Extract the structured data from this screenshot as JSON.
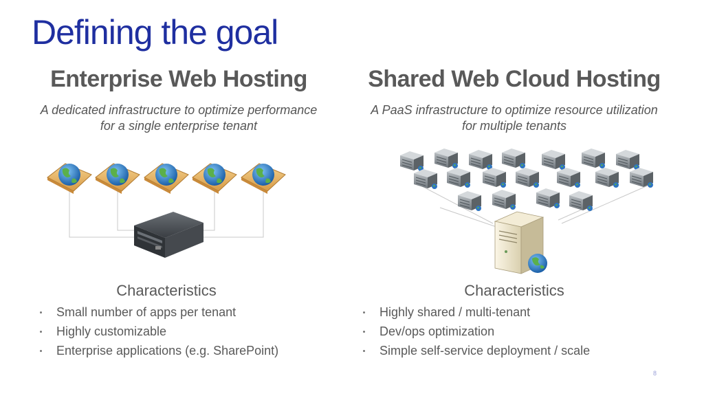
{
  "slide": {
    "title": "Defining the goal",
    "page_number": "8"
  },
  "left": {
    "heading": "Enterprise Web Hosting",
    "subtitle_line1": "A dedicated infrastructure to optimize performance",
    "subtitle_line2": "for a single enterprise tenant",
    "characteristics_title": "Characteristics",
    "characteristics": [
      "Small number of apps per tenant",
      "Highly customizable",
      "Enterprise applications (e.g. SharePoint)"
    ]
  },
  "right": {
    "heading": "Shared Web Cloud Hosting",
    "subtitle_line1": "A PaaS infrastructure to optimize resource utilization",
    "subtitle_line2": "for multiple tenants",
    "characteristics_title": "Characteristics",
    "characteristics": [
      "Highly shared / multi-tenant",
      "Dev/ops optimization",
      "Simple self-service deployment / scale"
    ]
  },
  "colors": {
    "title": "#1f2fa0",
    "text": "#595959",
    "globe_frame": "#e8b060",
    "globe_blue": "#1f6fbf",
    "land_green": "#4caf50",
    "server_gray": "#8a9095",
    "big_server_tan": "#efe6cf"
  },
  "icons": {
    "left_sites": "globe-website-icon",
    "left_server": "rack-server-icon",
    "right_servers": "blade-server-icon",
    "right_host": "tower-web-server-icon"
  }
}
